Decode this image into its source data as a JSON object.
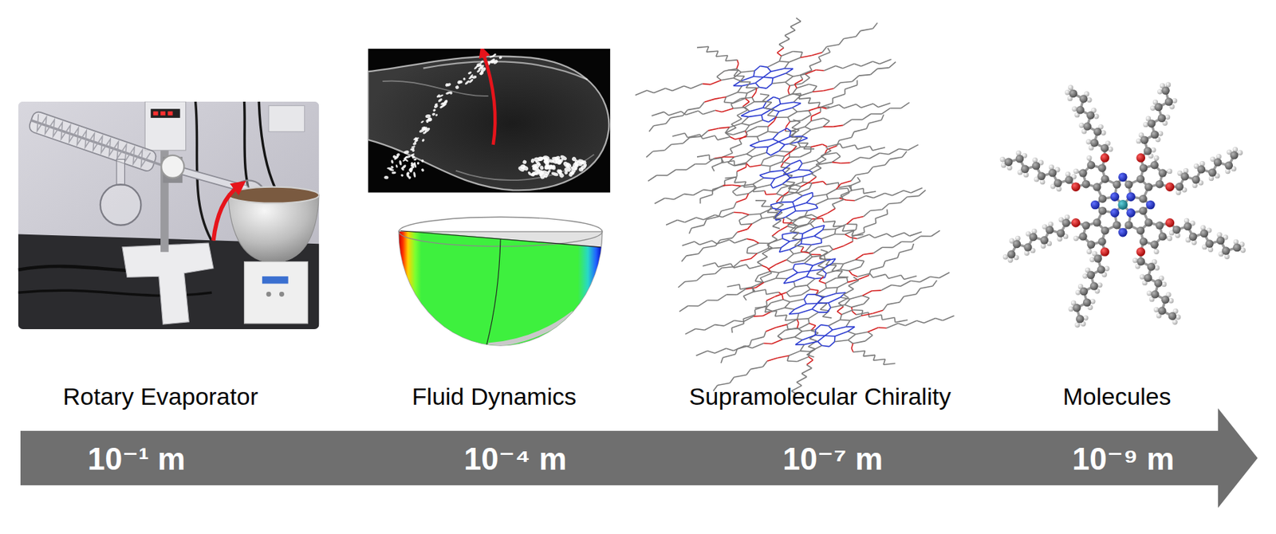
{
  "diagram": {
    "nodes": [
      {
        "text": [
          "10⁻¹ m",
          "10⁻⁴ m",
          "10⁻⁷ m",
          "10⁻⁹ m"
        ]
      }
    ],
    "labels": [
      "Rotary Evaporator",
      "Fluid Dynamics",
      "Supramolecular Chirality",
      "Molecules"
    ]
  }
}
